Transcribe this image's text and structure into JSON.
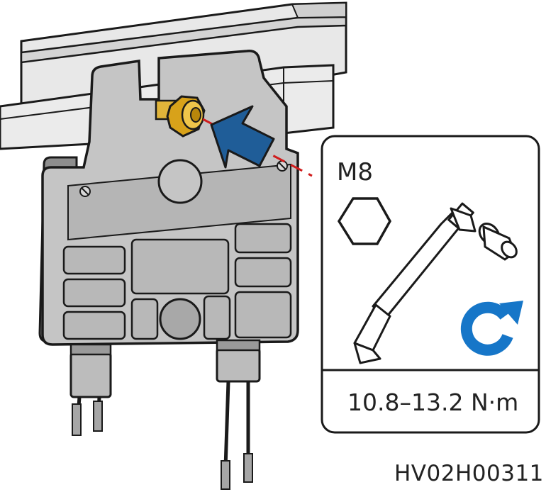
{
  "callout": {
    "bolt_size": "M8",
    "torque": "10.8–13.2 N·m"
  },
  "figure_id": "HV02H00311",
  "icons": {
    "bolt_head": "hexagon-icon",
    "tool": "torque-wrench-icon",
    "socket": "socket-icon",
    "rotation": "clockwise-arrow-icon",
    "direction": "insert-arrow-icon"
  },
  "colors": {
    "arrow": "#1f5d98",
    "rotation_arrow": "#1676c8",
    "guide_line": "#d01c1c",
    "nut": "#d8a21a",
    "box_body": "#c5c5c5",
    "box_shadow": "#999999"
  }
}
